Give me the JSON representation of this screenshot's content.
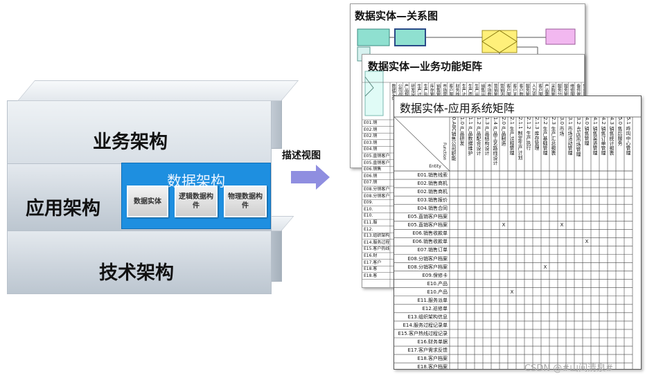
{
  "architecture": {
    "business_layer": "业务架构",
    "application_layer": "应用架构",
    "technology_layer": "技术架构",
    "data_layer": {
      "title": "数据架构",
      "components": [
        "数据实体",
        "逻辑数据构件",
        "物理数据构件"
      ]
    }
  },
  "arrow": {
    "label": "描述视图",
    "color": "#8f8ee0"
  },
  "pages": {
    "relation_diagram": {
      "title": "数据实体—关系图"
    },
    "business_matrix": {
      "title": "数据实体—业务功能矩阵",
      "rows": [
        "E01.销",
        "E02.销",
        "E02.销",
        "E03.销",
        "E04.销",
        "E05.直销客户",
        "E05.直销客户",
        "E06.销售",
        "E06.销",
        "E07.销",
        "E08.分销客户",
        "E08.分销客户",
        "E09.",
        "E10.",
        "E10.",
        "E11.服",
        "E12.",
        "E13.组织架构",
        "E14.服务过程",
        "E15.客户热线",
        "E16.财",
        "E17.客户",
        "E18.客",
        "E18.客"
      ],
      "columns": [
        "数据实体",
        "公司战略",
        "产品规划",
        "研发设计",
        "生产计划",
        "生产执行",
        "库存管理",
        "销售管理",
        "市场营销",
        "客户服务",
        "财务核算",
        "生产计划执行",
        "生产质量管控",
        "生产运营管理",
        "销售运营管理",
        "市场数据分析",
        "营销管理",
        "营销活动管理",
        "客户服务管理",
        "客户关系管理",
        "客户数据",
        "服务管理",
        "人力资源",
        "客户服务中心",
        "产品需求",
        "采购管理",
        "服务分析",
        "服务管理中心",
        "维修服务",
        "备件管理",
        "售后服务"
      ]
    },
    "system_matrix": {
      "title": "数据实体-应用系统矩阵",
      "corner_top": "Function",
      "corner_bottom": "Entity",
      "columns": [
        "0.ABC销售公司职能",
        "1.0 产品研发",
        "1.1 产品数据维护",
        "1.2 产品配合设计",
        "1.3 产品结构设计",
        "1.4 产品工艺路线设计",
        "2.0 产品制造",
        "2.1 生产过程管理",
        "2.1.1 制定生产计划",
        "2.1.2 生产执行",
        "2.1.3 库存管理",
        "2.2 生产基础管理",
        "2.3 生产汇总报表",
        "3.0 市场",
        "3.1 市场活动管理",
        "3.2 4S店市场管理",
        "4.0 销售管理",
        "4.1 销售渠道管理",
        "4.2 销售订单管理",
        "4.3 销售统计报表",
        "5.0 售后服务",
        "5.1 呼叫中心管理"
      ],
      "rows": [
        "E01.销售线索",
        "E02.销售商机",
        "E02.销售商机",
        "E03.销售报价",
        "E04.销售合同",
        "E05.直销客户档案",
        "E05.直销客户档案",
        "E06.销售收款单",
        "E06.销售收款单",
        "E07.销售订单",
        "E08.分销客户档案",
        "E08.分销客户档案",
        "E09.保修卡",
        "E10.产品",
        "E10.产品",
        "E11.服务派单",
        "E12.巡修单",
        "E13.组织架构信息",
        "E14.服务过程记录单",
        "E15.客户热线过程记录",
        "E16.财务单据",
        "E17.客户需求反馈",
        "E18.客户档案",
        "E18.客户档案"
      ],
      "marks": [
        {
          "row": 6,
          "col": 6,
          "label": "X"
        },
        {
          "row": 6,
          "col": 13,
          "label": "X"
        },
        {
          "row": 8,
          "col": 16,
          "label": "X"
        },
        {
          "row": 11,
          "col": 11,
          "label": "X"
        },
        {
          "row": 14,
          "col": 7,
          "label": "X"
        }
      ]
    }
  },
  "watermark": "CSDN @#山间清泉#"
}
